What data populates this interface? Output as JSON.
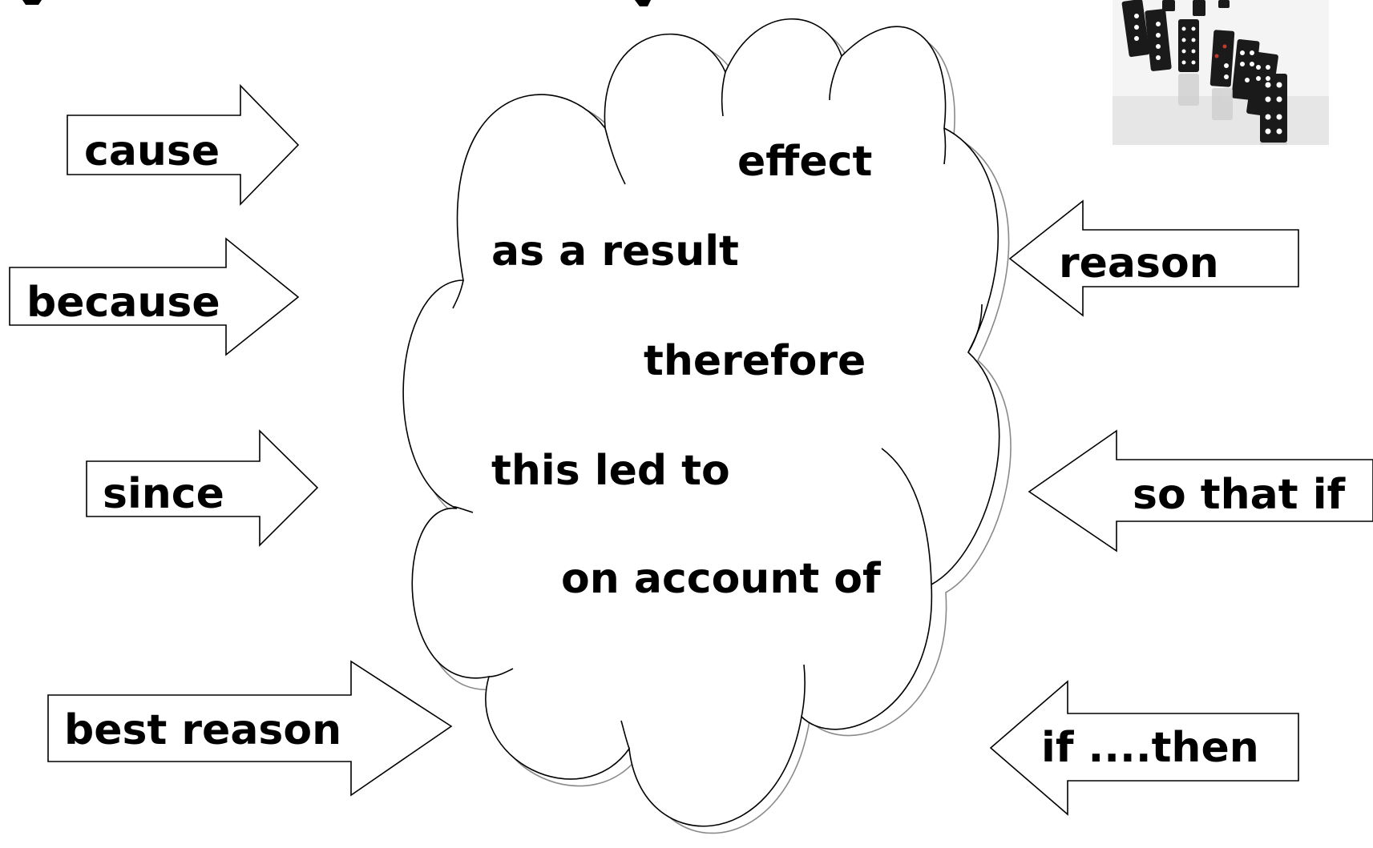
{
  "arrows_right": [
    {
      "label": "cause"
    },
    {
      "label": "because"
    },
    {
      "label": "since"
    },
    {
      "label": "best reason"
    }
  ],
  "arrows_left": [
    {
      "label": "reason"
    },
    {
      "label": "so that if"
    },
    {
      "label": "if ....then"
    }
  ],
  "cloud_words": [
    "effect",
    "as a result",
    "therefore",
    "this led to",
    "on account of"
  ],
  "image": {
    "subject": "dominoes-photo",
    "description_icon": "dominoes-icon"
  }
}
